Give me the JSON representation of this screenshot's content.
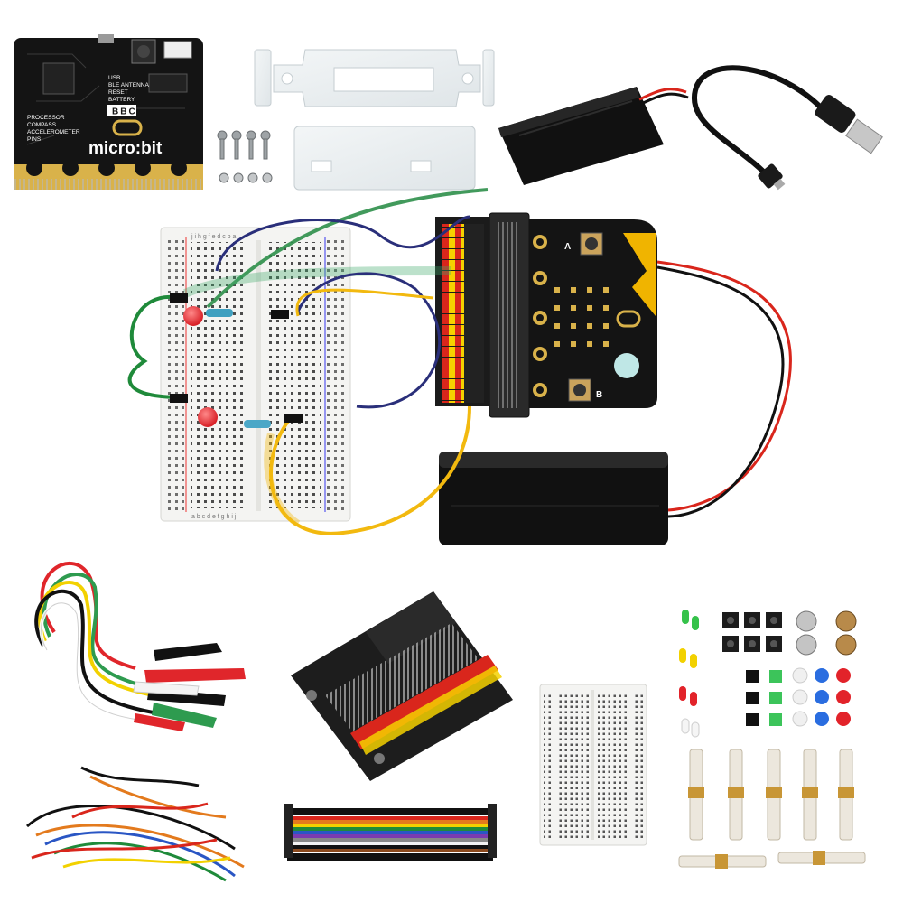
{
  "microbit": {
    "brand_logo": "BBC",
    "name": "micro:bit",
    "top_labels": [
      "USB",
      "BLE ANTENNA",
      "RESET",
      "BATTERY"
    ],
    "left_labels": [
      "PROCESSOR",
      "COMPASS",
      "ACCELEROMETER",
      "PINS"
    ]
  },
  "expansion_board": {
    "button_a": "A",
    "button_b": "B"
  },
  "breadboard": {
    "row_letters_top": "j i h g f   e d c b a",
    "row_letters_bottom": "a b c d e   f g h i j"
  },
  "colors": {
    "pcb_black": "#141414",
    "gold": "#d9b24a",
    "expansion_yellow": "#f0b400",
    "header_red": "#d9261c",
    "header_yellow": "#f5d100",
    "breadboard": "#f4f4f2",
    "wire_green": "#1f8a3a",
    "wire_yellow": "#f2b90f",
    "wire_blue": "#2a2f7a",
    "battery_box": "#111111",
    "led_red": "#e2232a",
    "clip_red": "#e0262b",
    "clip_green": "#2e9b4f"
  }
}
